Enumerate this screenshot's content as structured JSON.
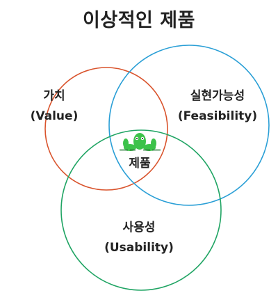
{
  "title": "이상적인 제품",
  "colors": {
    "value": "#d9532c",
    "feasibility": "#2a9fd6",
    "usability": "#1fa463",
    "mascot": "#3cc24a",
    "text": "#222222"
  },
  "circles": {
    "value": {
      "line1": "가치",
      "line2": "(Value)"
    },
    "feasibility": {
      "line1": "실현가능성",
      "line2": "(Feasibility)"
    },
    "usability": {
      "line1": "사용성",
      "line2": "(Usability)"
    }
  },
  "center": {
    "label": "제품",
    "mascot_icon": "green-mascot-icon"
  }
}
